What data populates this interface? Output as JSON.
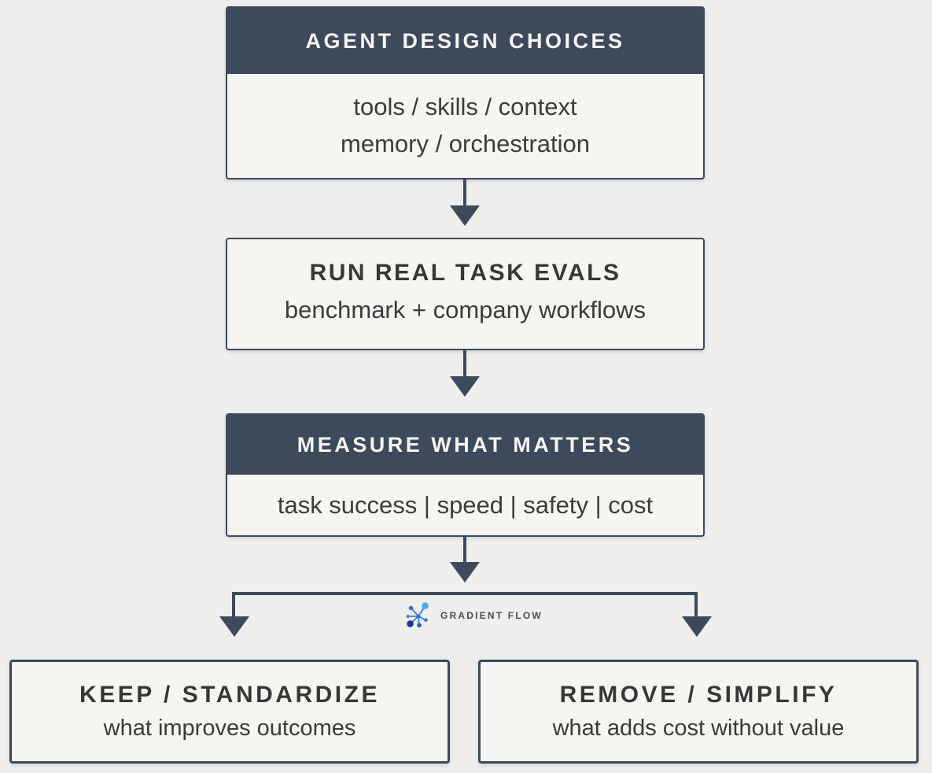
{
  "colors": {
    "page_background": "#efeeec",
    "box_background": "#f6f5f2",
    "slate_accent": "#3d4a5b",
    "dark_header_text": "#f7f6f4",
    "title_text": "#373737",
    "body_text": "#3c3c3c",
    "logo_text": "#4b4b4b",
    "logo_blues": [
      "#45abe8",
      "#2b78dd",
      "#2f6fd6",
      "#2563c8",
      "#16348c"
    ]
  },
  "flowchart": {
    "nodes": [
      {
        "id": "agent-design-choices",
        "title": "AGENT DESIGN CHOICES",
        "body_lines": [
          "tools / skills / context",
          "memory / orchestration"
        ]
      },
      {
        "id": "run-real-task-evals",
        "title": "RUN REAL TASK EVALS",
        "body_lines": [
          "benchmark + company workflows"
        ]
      },
      {
        "id": "measure-what-matters",
        "title": "MEASURE WHAT MATTERS",
        "body_lines": [
          "task success | speed | safety | cost"
        ]
      },
      {
        "id": "keep-standardize",
        "title": "KEEP / STANDARDIZE",
        "body_lines": [
          "what improves outcomes"
        ]
      },
      {
        "id": "remove-simplify",
        "title": "REMOVE / SIMPLIFY",
        "body_lines": [
          "what adds cost without value"
        ]
      }
    ]
  },
  "logo": {
    "label": "GRADIENT FLOW"
  }
}
